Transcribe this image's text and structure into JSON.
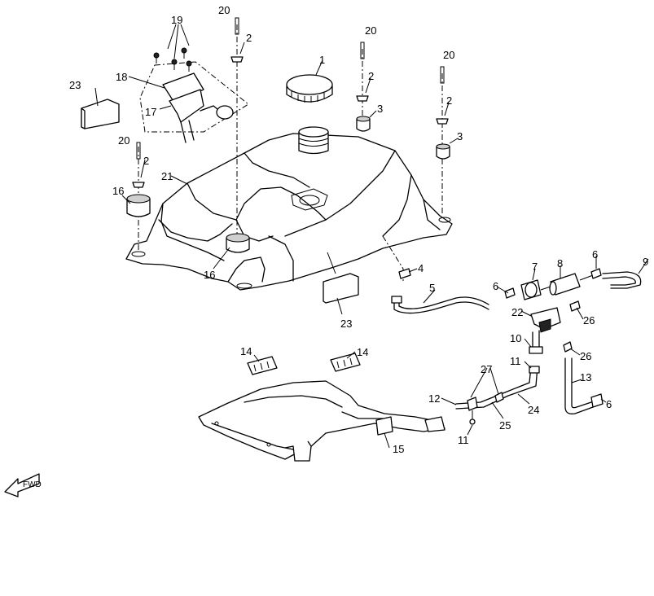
{
  "callouts": [
    {
      "id": "c1",
      "text": "1"
    },
    {
      "id": "c2a",
      "text": "2"
    },
    {
      "id": "c2b",
      "text": "2"
    },
    {
      "id": "c2c",
      "text": "2"
    },
    {
      "id": "c2d",
      "text": "2"
    },
    {
      "id": "c3a",
      "text": "3"
    },
    {
      "id": "c3b",
      "text": "3"
    },
    {
      "id": "c4",
      "text": "4"
    },
    {
      "id": "c5",
      "text": "5"
    },
    {
      "id": "c6a",
      "text": "6"
    },
    {
      "id": "c6b",
      "text": "6"
    },
    {
      "id": "c6c",
      "text": "6"
    },
    {
      "id": "c7",
      "text": "7"
    },
    {
      "id": "c8",
      "text": "8"
    },
    {
      "id": "c9",
      "text": "9"
    },
    {
      "id": "c10",
      "text": "10"
    },
    {
      "id": "c11a",
      "text": "11"
    },
    {
      "id": "c11b",
      "text": "11"
    },
    {
      "id": "c12",
      "text": "12"
    },
    {
      "id": "c13",
      "text": "13"
    },
    {
      "id": "c14a",
      "text": "14"
    },
    {
      "id": "c14b",
      "text": "14"
    },
    {
      "id": "c15",
      "text": "15"
    },
    {
      "id": "c16a",
      "text": "16"
    },
    {
      "id": "c16b",
      "text": "16"
    },
    {
      "id": "c17",
      "text": "17"
    },
    {
      "id": "c18",
      "text": "18"
    },
    {
      "id": "c19",
      "text": "19"
    },
    {
      "id": "c20a",
      "text": "20"
    },
    {
      "id": "c20b",
      "text": "20"
    },
    {
      "id": "c20c",
      "text": "20"
    },
    {
      "id": "c20d",
      "text": "20"
    },
    {
      "id": "c21",
      "text": "21"
    },
    {
      "id": "c22",
      "text": "22"
    },
    {
      "id": "c23a",
      "text": "23"
    },
    {
      "id": "c23b",
      "text": "23"
    },
    {
      "id": "c24",
      "text": "24"
    },
    {
      "id": "c25",
      "text": "25"
    },
    {
      "id": "c26a",
      "text": "26"
    },
    {
      "id": "c26b",
      "text": "26"
    },
    {
      "id": "c27",
      "text": "27"
    }
  ],
  "fwd_label": "FWD",
  "colors": {
    "line": "#000000",
    "background": "#ffffff",
    "shade": "#cfcfcf"
  }
}
